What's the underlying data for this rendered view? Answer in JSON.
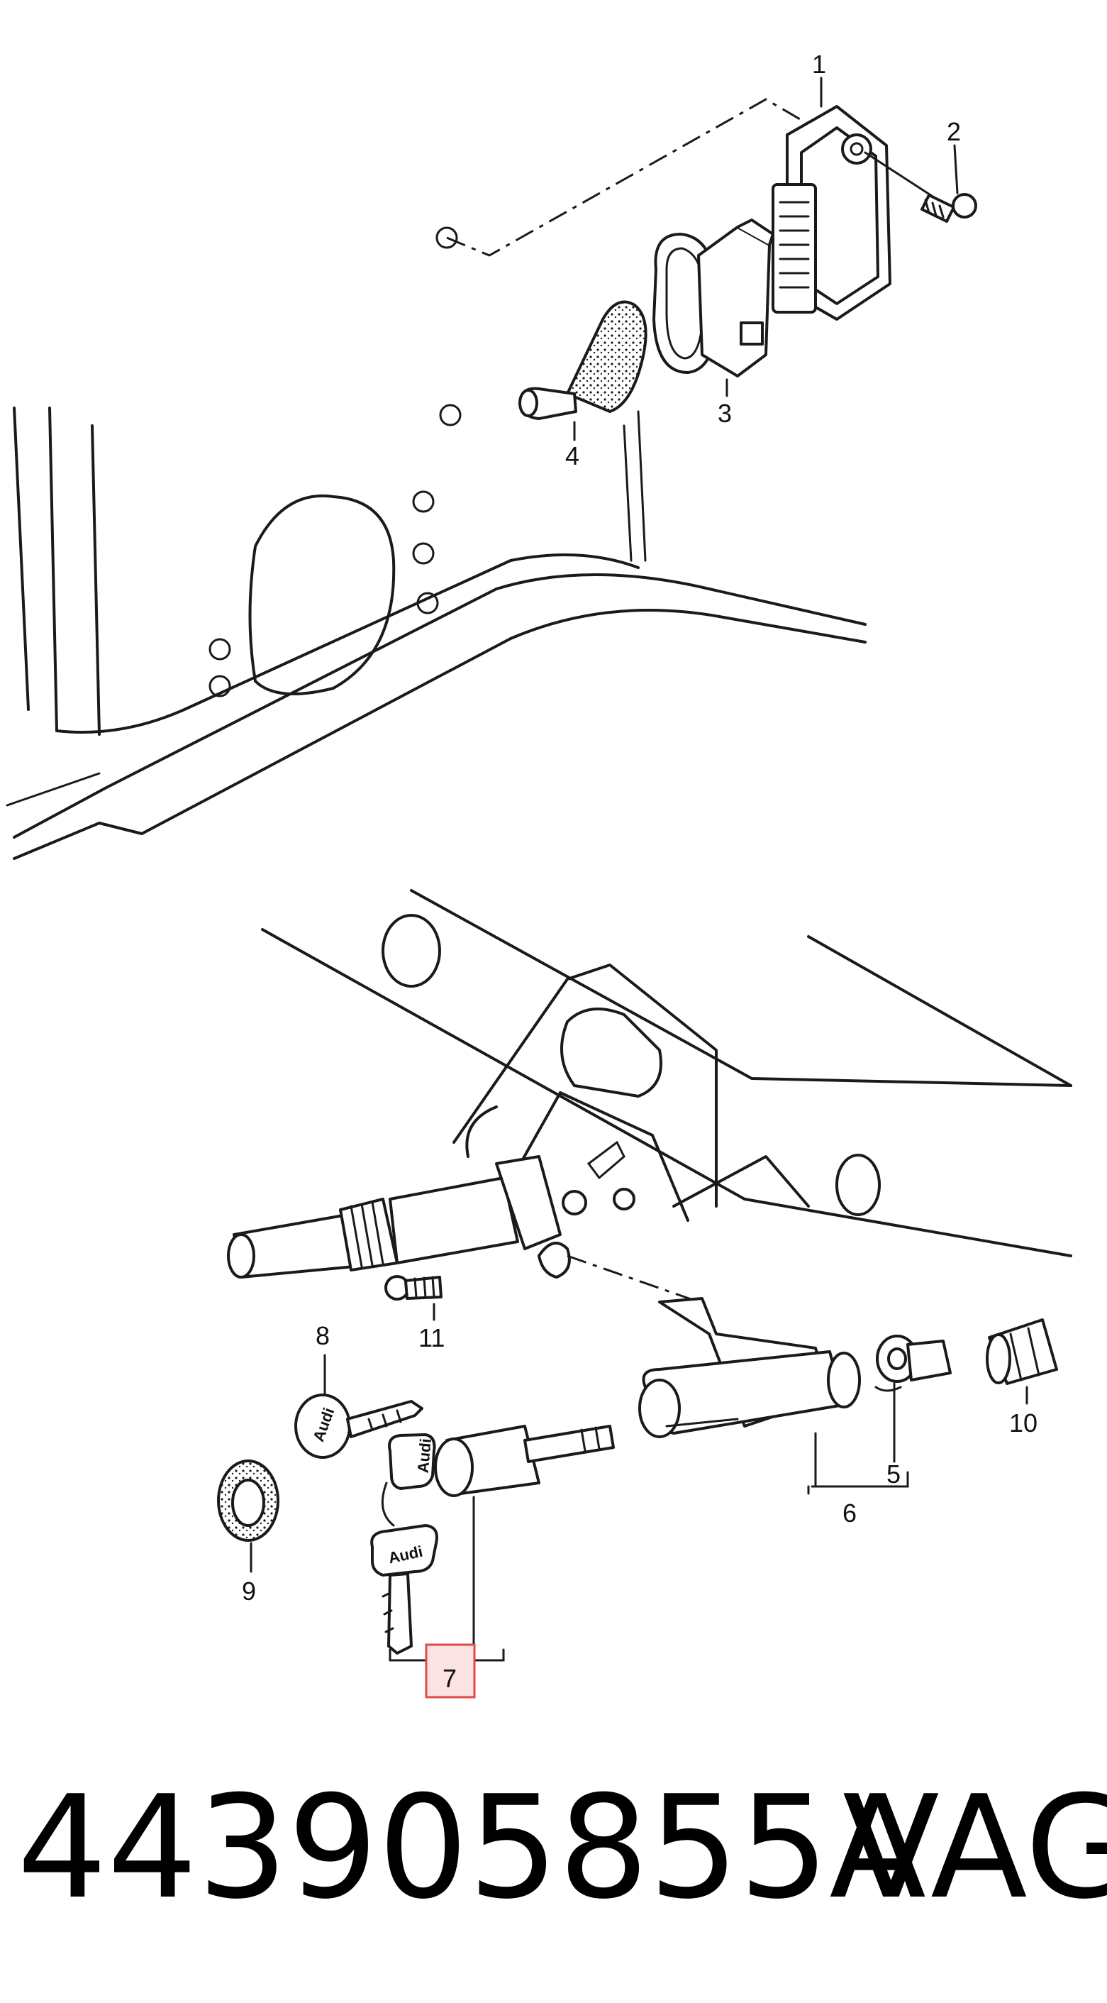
{
  "callouts": {
    "c1": "1",
    "c2": "2",
    "c3": "3",
    "c4": "4",
    "c5": "5",
    "c6": "6",
    "c7": "7",
    "c8": "8",
    "c9": "9",
    "c10": "10",
    "c11": "11"
  },
  "key_brand": {
    "k8": "Audi",
    "k7a": "Audi",
    "k7b": "Audi"
  },
  "caption": {
    "part_number": "443905855A",
    "maker": "VAG"
  },
  "colors": {
    "ink": "#1a1a1a",
    "highlight": "#e0484a",
    "highlight_fill": "#fbe3e3"
  },
  "icons": [
    "key-icon",
    "screw-icon",
    "grommet-icon",
    "lock-cylinder-icon",
    "control-unit-icon"
  ]
}
